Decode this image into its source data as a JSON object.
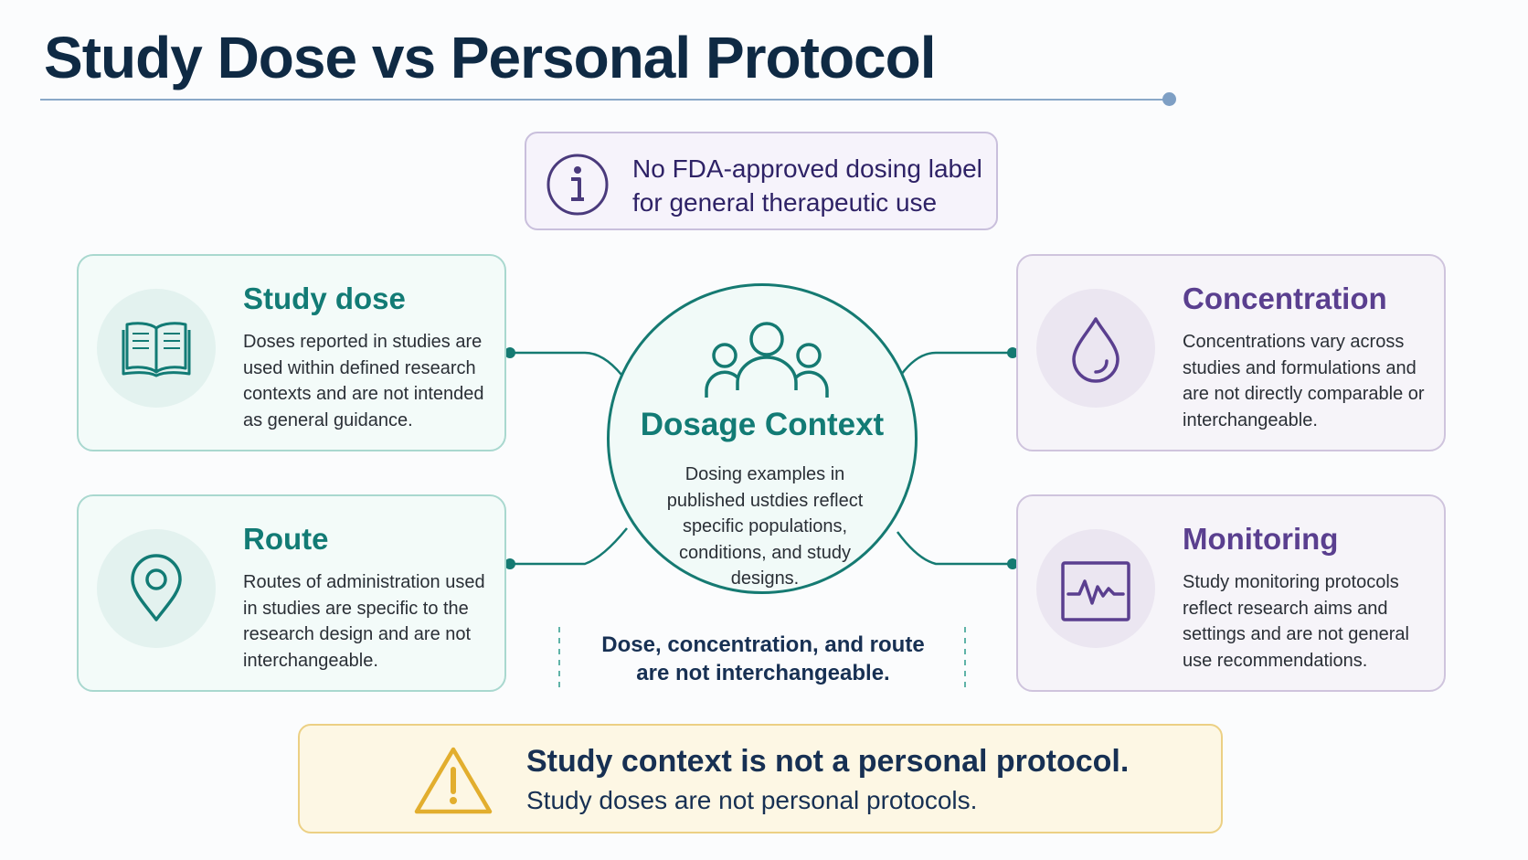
{
  "title": "Study Dose vs Personal Protocol",
  "notice": {
    "icon": "info-icon",
    "line1": "No FDA-approved dosing label",
    "line2": "for general therapeutic use"
  },
  "cards": {
    "study_dose": {
      "icon": "book-icon",
      "title": "Study dose",
      "text": "Doses reported in studies are used within defined research contexts and are not intended as general guidance."
    },
    "route": {
      "icon": "location-pin-icon",
      "title": "Route",
      "text": "Routes of administration used in studies are specific to the research design and are not interchangeable."
    },
    "concentration": {
      "icon": "droplet-icon",
      "title": "Concentration",
      "text": "Concentrations vary across studies and formulations and are not directly comparable or interchangeable."
    },
    "monitoring": {
      "icon": "monitor-waveform-icon",
      "title": "Monitoring",
      "text": "Study monitoring protocols reflect research aims and settings and are not general use recommendations."
    }
  },
  "center": {
    "icon": "people-group-icon",
    "title": "Dosage Context",
    "text": "Dosing examples in published ustdies reflect specific populations, conditions, and study designs."
  },
  "note": {
    "line1": "Dose, concentration, and route",
    "line2": "are not interchangeable."
  },
  "warning": {
    "icon": "warning-triangle-icon",
    "title": "Study context is not a personal protocol.",
    "subtitle": "Study doses are not personal protocols."
  },
  "colors": {
    "title": "#0f2a44",
    "teal": "#127b75",
    "purple": "#5a3f8f",
    "warning": "#e6b84a"
  }
}
